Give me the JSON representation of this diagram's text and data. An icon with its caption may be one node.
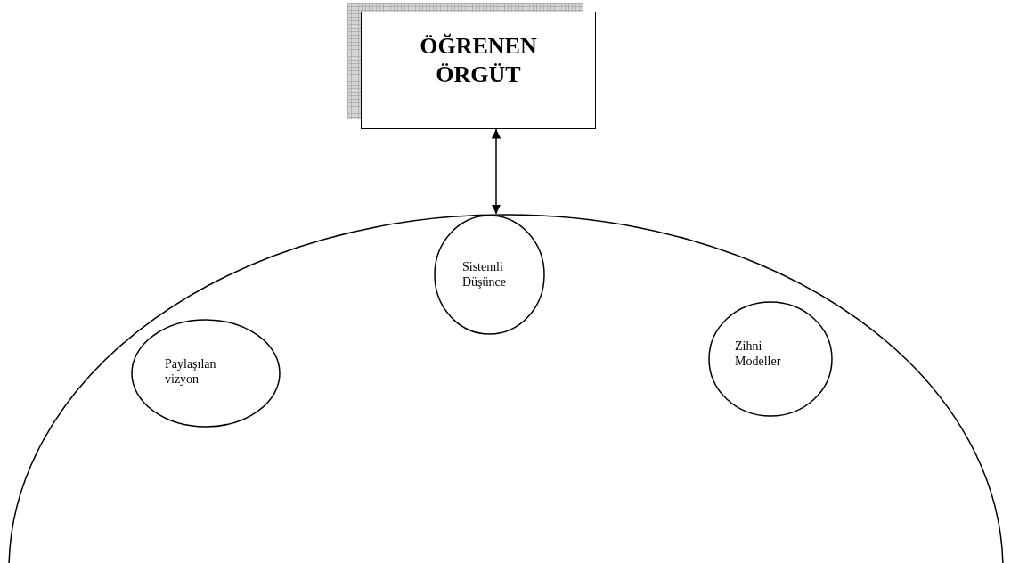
{
  "diagram": {
    "nodes": [
      {
        "text": [
          "ÖĞRENEN ÖRGÜT"
        ]
      },
      {
        "text": [],
        "shape": "circle"
      },
      {
        "text": [
          "Sistemli Düşünce"
        ],
        "in": 1
      },
      {
        "text": [
          "Paylaşılan vizyon"
        ],
        "in": 1
      },
      {
        "text": [
          "Zihni Modeller"
        ],
        "in": 1
      }
    ],
    "edges": [
      {
        "from": 0,
        "to": 1,
        "arrow": "both"
      }
    ]
  }
}
